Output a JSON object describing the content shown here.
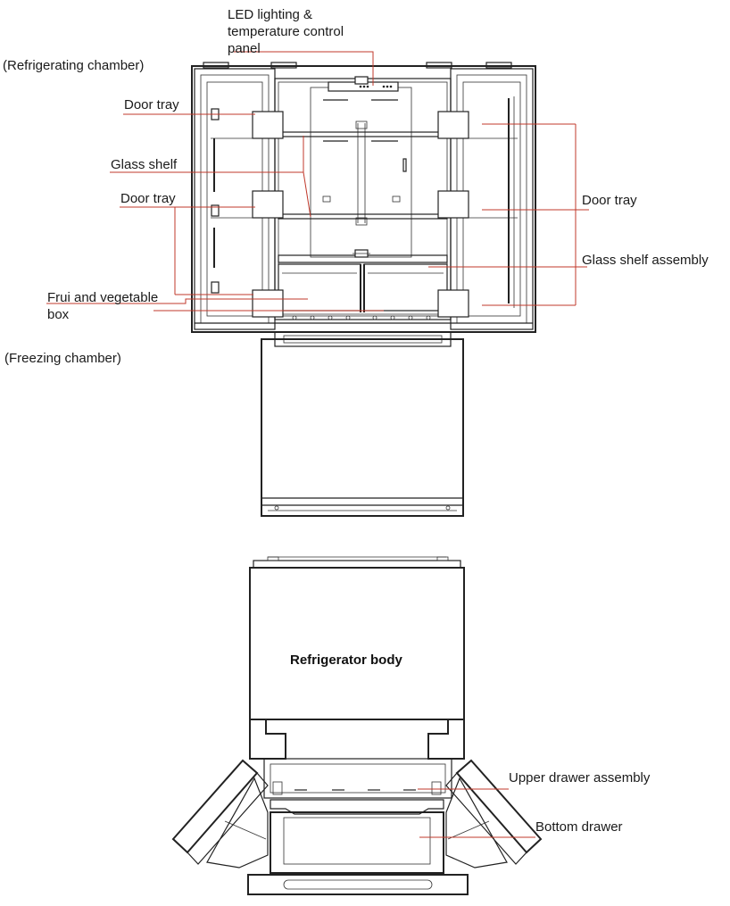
{
  "colors": {
    "leader_line": "#c0392b",
    "drawing_line": "#222222",
    "background": "#ffffff"
  },
  "labels": {
    "led_panel": [
      "LED lighting &",
      "temperature control",
      "panel"
    ],
    "refrigerating_chamber": "(Refrigerating chamber)",
    "door_tray": "Door tray",
    "glass_shelf": "Glass shelf",
    "glass_shelf_assembly": "Glass shelf assembly",
    "fruit_vegetable_box": [
      "Frui and vegetable",
      "box"
    ],
    "freezing_chamber": "(Freezing chamber)",
    "refrigerator_body": "Refrigerator body",
    "upper_drawer_assembly": "Upper drawer assembly",
    "bottom_drawer": "Bottom drawer"
  }
}
